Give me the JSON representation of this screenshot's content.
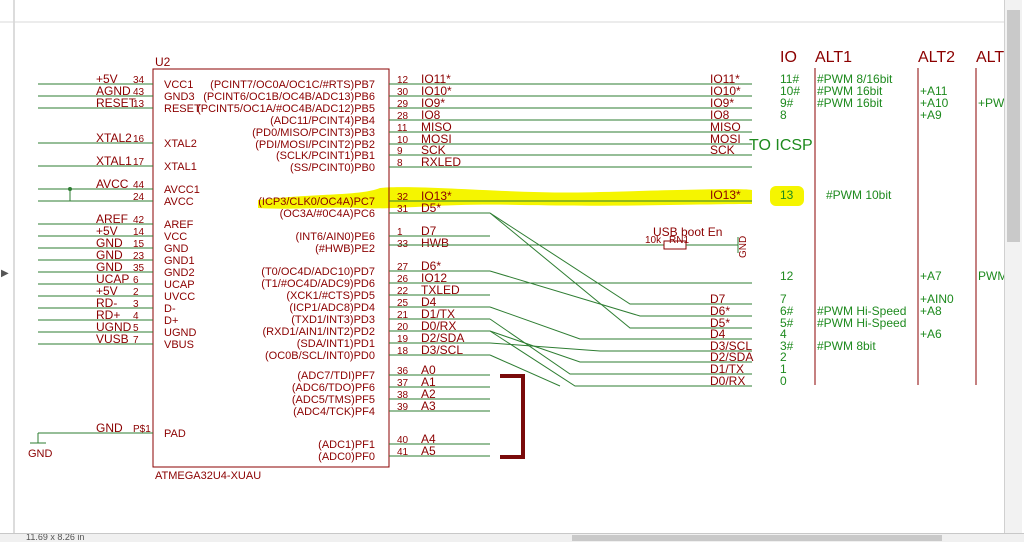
{
  "part": {
    "ref": "U2",
    "name": "ATMEGA32U4-XUAU",
    "left_pins": [
      {
        "name": "VCC1",
        "num": "34",
        "net": "+5V"
      },
      {
        "name": "GND3",
        "num": "43",
        "net": "AGND"
      },
      {
        "name": "RESET",
        "num": "13",
        "net": "RESET"
      },
      {
        "name": "XTAL2",
        "num": "16",
        "net": "XTAL2"
      },
      {
        "name": "XTAL1",
        "num": "17",
        "net": "XTAL1"
      },
      {
        "name": "AVCC1",
        "num": "44",
        "net": "AVCC"
      },
      {
        "name": "AVCC",
        "num": "24",
        "net": ""
      },
      {
        "name": "AREF",
        "num": "42",
        "net": "AREF"
      },
      {
        "name": "VCC",
        "num": "14",
        "net": "+5V"
      },
      {
        "name": "GND",
        "num": "15",
        "net": "GND"
      },
      {
        "name": "GND1",
        "num": "23",
        "net": "GND"
      },
      {
        "name": "GND2",
        "num": "35",
        "net": "GND"
      },
      {
        "name": "UCAP",
        "num": "6",
        "net": "UCAP"
      },
      {
        "name": "UVCC",
        "num": "2",
        "net": "+5V"
      },
      {
        "name": "D-",
        "num": "3",
        "net": "RD-"
      },
      {
        "name": "D+",
        "num": "4",
        "net": "RD+"
      },
      {
        "name": "UGND",
        "num": "5",
        "net": "UGND"
      },
      {
        "name": "VBUS",
        "num": "7",
        "net": "VUSB"
      },
      {
        "name": "PAD",
        "num": "P$1",
        "net": "GND"
      }
    ],
    "right_pins": [
      {
        "name": "(PCINT7/OC0A/OC1C/#RTS)PB7",
        "num": "12",
        "net": "IO11*"
      },
      {
        "name": "(PCINT6/OC1B/OC4B/ADC13)PB6",
        "num": "30",
        "net": "IO10*"
      },
      {
        "name": "(PCINT5/OC1A/#OC4B/ADC12)PB5",
        "num": "29",
        "net": "IO9*"
      },
      {
        "name": "(ADC11/PCINT4)PB4",
        "num": "28",
        "net": "IO8"
      },
      {
        "name": "(PD0/MISO/PCINT3)PB3",
        "num": "11",
        "net": "MISO"
      },
      {
        "name": "(PDI/MOSI/PCINT2)PB2",
        "num": "10",
        "net": "MOSI"
      },
      {
        "name": "(SCLK/PCINT1)PB1",
        "num": "9",
        "net": "SCK"
      },
      {
        "name": "(SS/PCINT0)PB0",
        "num": "8",
        "net": "RXLED"
      },
      {
        "name": "(ICP3/CLK0/OC4A)PC7",
        "num": "32",
        "net": "IO13*"
      },
      {
        "name": "(OC3A/#0C4A)PC6",
        "num": "31",
        "net": "D5*"
      },
      {
        "name": "(INT6/AIN0)PE6",
        "num": "1",
        "net": "D7"
      },
      {
        "name": "(#HWB)PE2",
        "num": "33",
        "net": "HWB"
      },
      {
        "name": "(T0/OC4D/ADC10)PD7",
        "num": "27",
        "net": "D6*"
      },
      {
        "name": "(T1/#OC4D/ADC9)PD6",
        "num": "26",
        "net": "IO12"
      },
      {
        "name": "(XCK1/#CTS)PD5",
        "num": "22",
        "net": "TXLED"
      },
      {
        "name": "(ICP1/ADC8)PD4",
        "num": "25",
        "net": "D4"
      },
      {
        "name": "(TXD1/INT3)PD3",
        "num": "21",
        "net": "D1/TX"
      },
      {
        "name": "(RXD1/AIN1/INT2)PD2",
        "num": "20",
        "net": "D0/RX"
      },
      {
        "name": "(SDA/INT1)PD1",
        "num": "19",
        "net": "D2/SDA"
      },
      {
        "name": "(OC0B/SCL/INT0)PD0",
        "num": "18",
        "net": "D3/SCL"
      },
      {
        "name": "(ADC7/TDI)PF7",
        "num": "36",
        "net": "A0"
      },
      {
        "name": "(ADC6/TDO)PF6",
        "num": "37",
        "net": "A1"
      },
      {
        "name": "(ADC5/TMS)PF5",
        "num": "38",
        "net": "A2"
      },
      {
        "name": "(ADC4/TCK)PF4",
        "num": "39",
        "net": "A3"
      },
      {
        "name": "(ADC1)PF1",
        "num": "40",
        "net": "A4"
      },
      {
        "name": "(ADC0)PF0",
        "num": "41",
        "net": "A5"
      }
    ]
  },
  "far_nets": [
    "IO11*",
    "IO10*",
    "IO9*",
    "IO8",
    "MISO",
    "MOSI",
    "SCK",
    "IO13*",
    "D7",
    "D6*",
    "D5*",
    "D4",
    "D3/SCL",
    "D2/SDA",
    "D1/TX",
    "D0/RX"
  ],
  "resistor": {
    "value": "10k",
    "ref": "RN1",
    "label": "USB boot En",
    "gnd": "GND"
  },
  "icsp_label": "TO ICSP",
  "pad_gnd_label": "GND",
  "table": {
    "headers": [
      "IO",
      "ALT1",
      "ALT2",
      "ALT"
    ],
    "rows": [
      {
        "io": "11#",
        "alt1": "#PWM 8/16bit",
        "alt2": "",
        "alt3": ""
      },
      {
        "io": "10#",
        "alt1": "#PWM 16bit",
        "alt2": "+A11",
        "alt3": ""
      },
      {
        "io": "9#",
        "alt1": "#PWM 16bit",
        "alt2": "+A10",
        "alt3": "+PWM"
      },
      {
        "io": "8",
        "alt1": "",
        "alt2": "+A9",
        "alt3": ""
      },
      {
        "io": "13",
        "alt1": "#PWM 10bit",
        "alt2": "",
        "alt3": ""
      },
      {
        "io": "12",
        "alt1": "",
        "alt2": "+A7",
        "alt3": "PWM"
      },
      {
        "io": "7",
        "alt1": "",
        "alt2": "+AIN0",
        "alt3": ""
      },
      {
        "io": "6#",
        "alt1": "#PWM Hi-Speed",
        "alt2": "+A8",
        "alt3": ""
      },
      {
        "io": "5#",
        "alt1": "#PWM Hi-Speed",
        "alt2": "",
        "alt3": ""
      },
      {
        "io": "4",
        "alt1": "",
        "alt2": "+A6",
        "alt3": ""
      },
      {
        "io": "3#",
        "alt1": "#PWM 8bit",
        "alt2": "",
        "alt3": ""
      },
      {
        "io": "2",
        "alt1": "",
        "alt2": "",
        "alt3": ""
      },
      {
        "io": "1",
        "alt1": "",
        "alt2": "",
        "alt3": ""
      },
      {
        "io": "0",
        "alt1": "",
        "alt2": "",
        "alt3": ""
      }
    ]
  },
  "status": {
    "sheet_size": "11.69 x 8.26 in"
  },
  "colors": {
    "wire": "#2e7d32",
    "label": "#8b0000",
    "note": "#1e8a1e",
    "highlight": "#f5f500",
    "bracket": "#7a0a0a"
  }
}
